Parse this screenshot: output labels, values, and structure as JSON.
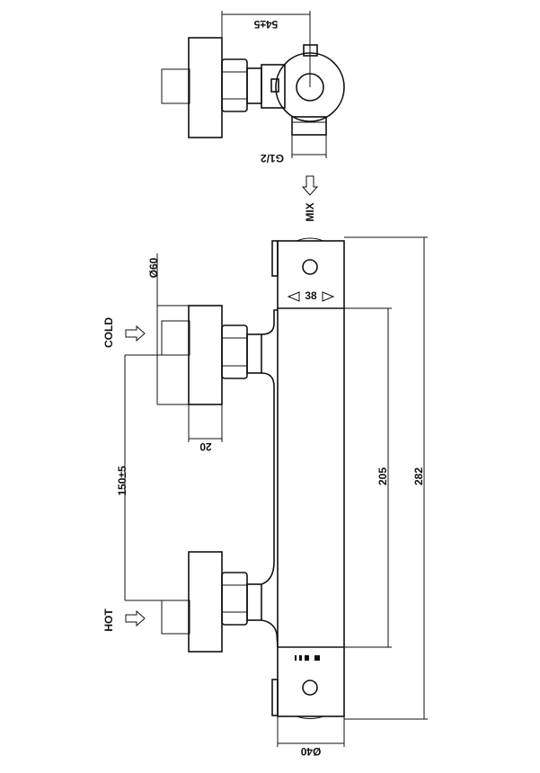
{
  "drawing": {
    "top_view": {
      "width_dimension": "54±5",
      "outlet_thread": "G1/2",
      "outlet_label": "MIX"
    },
    "front_view": {
      "cold_label": "COLD",
      "hot_label": "HOT",
      "flange_diameter": "Ø60",
      "flange_depth": "20",
      "inlet_spacing": "150±5",
      "inner_length": "205",
      "overall_length": "282",
      "body_diameter": "Ø40",
      "temperature_mark": "38"
    }
  }
}
